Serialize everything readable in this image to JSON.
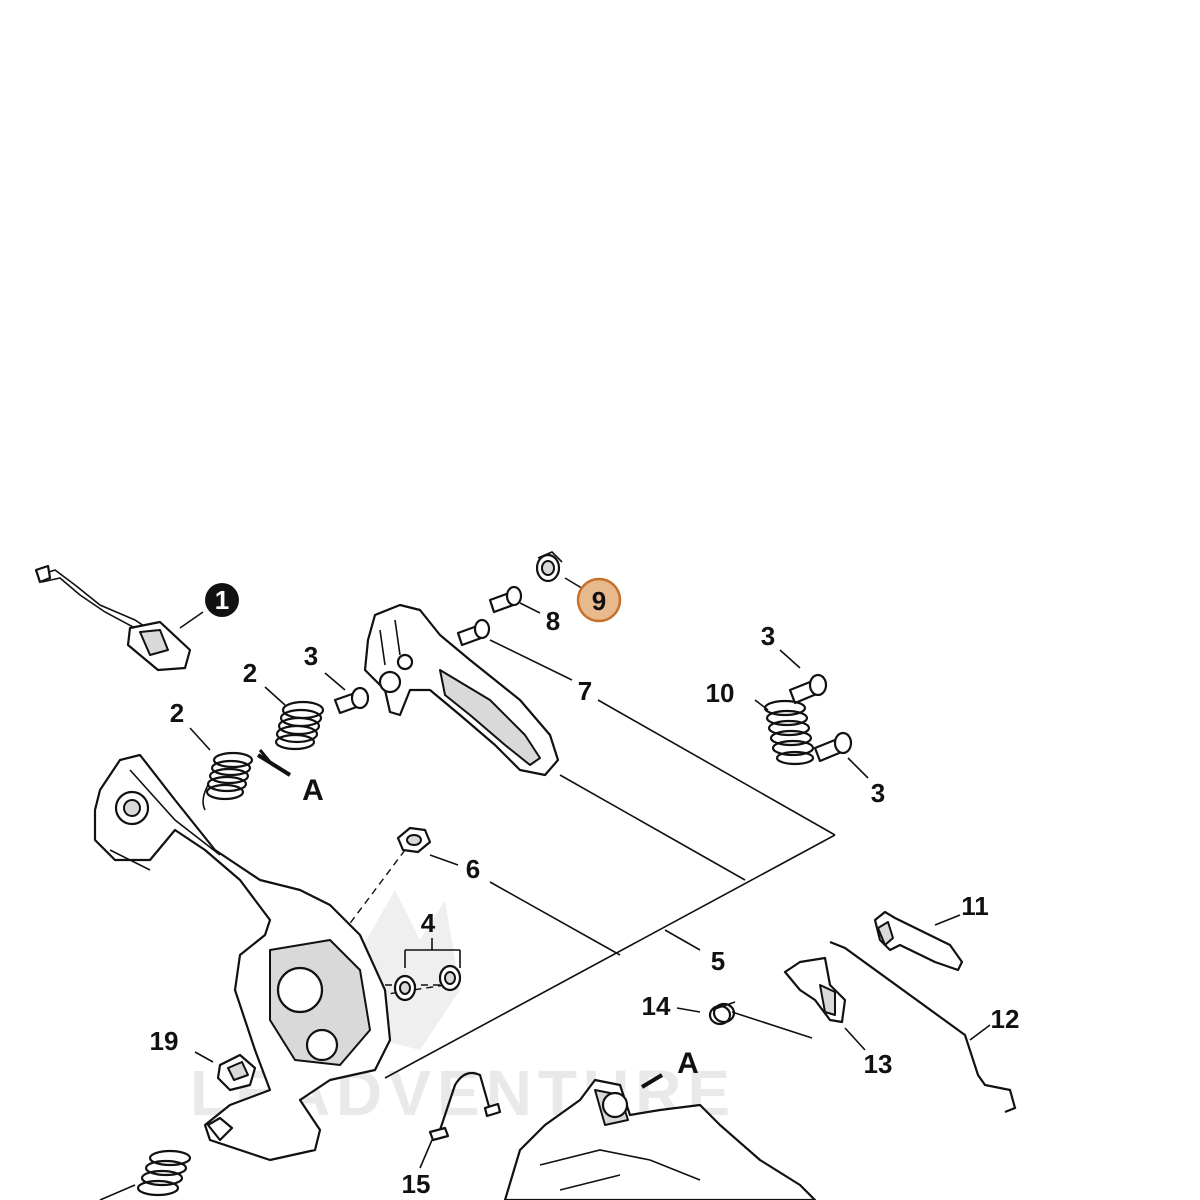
{
  "diagram": {
    "callouts": {
      "c1": "1",
      "c2a": "2",
      "c2b": "2",
      "c3a": "3",
      "c3b": "3",
      "c3c": "3",
      "c4": "4",
      "c5": "5",
      "c6": "6",
      "c7": "7",
      "c8": "8",
      "c9": "9",
      "c10": "10",
      "c11": "11",
      "c12": "12",
      "c13": "13",
      "c14": "14",
      "c15": "15",
      "c19": "19",
      "ref_a1": "A",
      "ref_a2": "A"
    },
    "watermark": "LEADVENTURE",
    "colors": {
      "highlight_fill": "#e9b98e",
      "highlight_stroke": "#c8702a",
      "filled_marker": "#111111"
    }
  }
}
